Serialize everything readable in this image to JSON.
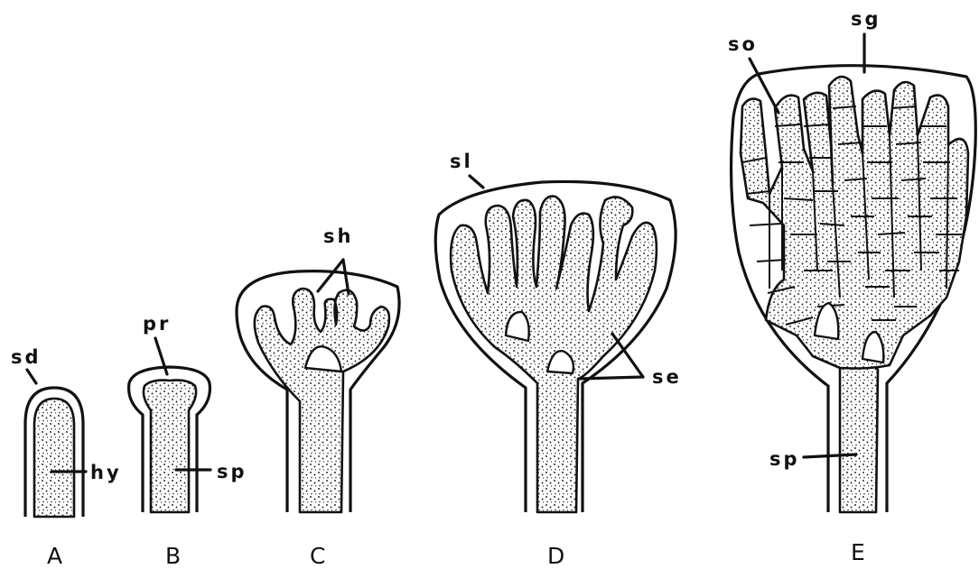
{
  "figure": {
    "stages": [
      {
        "id": "A",
        "label": "A",
        "annotations": [
          "sd",
          "hy"
        ]
      },
      {
        "id": "B",
        "label": "B",
        "annotations": [
          "pr",
          "sp"
        ]
      },
      {
        "id": "C",
        "label": "C",
        "annotations": [
          "sh"
        ]
      },
      {
        "id": "D",
        "label": "D",
        "annotations": [
          "sl",
          "se"
        ]
      },
      {
        "id": "E",
        "label": "E",
        "annotations": [
          "so",
          "sg",
          "sp"
        ]
      }
    ],
    "colors": {
      "ink": "#111111",
      "paper": "#ffffff"
    }
  }
}
